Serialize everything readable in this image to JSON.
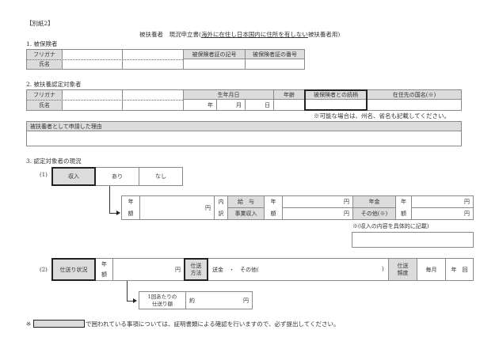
{
  "header": {
    "attachment_label": "【別紙2】",
    "title_prefix": "被扶養者　現況申立書(",
    "title_underlined": "海外に在住し日本国内に住所を有しない",
    "title_suffix": "被扶養者用)"
  },
  "section1": {
    "heading": "1. 被保険者",
    "furigana_label": "フリガナ",
    "name_label": "氏名",
    "insurance_symbol_label": "被保険者証の記号",
    "insurance_number_label": "被保険者証の番号",
    "furigana_value_1": "",
    "furigana_value_2": "",
    "name_value_1": "",
    "name_value_2": "",
    "insurance_symbol_value": "",
    "insurance_number_value": ""
  },
  "section2": {
    "heading": "2. 被扶養認定対象者",
    "furigana_label": "フリガナ",
    "name_label": "氏名",
    "birthdate_label": "生年月日",
    "year_unit": "年",
    "month_unit": "月",
    "day_unit": "日",
    "age_label": "年齢",
    "relationship_label": "被保険者との続柄",
    "country_label": "在住先の国名(※)",
    "country_note": "※可能な場合は、州名、省名も記載してください。",
    "reason_label": "被扶養者として申請した理由",
    "reason_value": ""
  },
  "section3": {
    "heading": "3. 認定対象者の現況",
    "income": {
      "number": "(1)",
      "label": "収入",
      "option_yes": "あり",
      "option_no": "なし",
      "annual_char1": "年",
      "annual_char2": "額",
      "yen": "円",
      "breakdown_char1": "内",
      "breakdown_char2": "訳",
      "salary_label": "給　与",
      "business_label": "事業収入",
      "pension_label": "年金",
      "other_label": "その他(※)",
      "other_note": "※(収入の内容を具体的に記載)",
      "annual_total_value": "",
      "salary_value": "",
      "business_value": "",
      "pension_value": "",
      "other_value": "",
      "other_detail_value": ""
    },
    "remittance": {
      "number": "(2)",
      "label": "仕送り状況",
      "annual_char1": "年",
      "annual_char2": "額",
      "yen": "円",
      "method_label_1": "仕送",
      "method_label_2": "方法",
      "method_options": "送金　・　その他(",
      "method_close": ")",
      "frequency_label_1": "仕送",
      "frequency_label_2": "頻度",
      "frequency_monthly": "毎月",
      "frequency_yearly": "年　回",
      "per_time_label_1": "1回あたりの",
      "per_time_label_2": "仕送り額",
      "per_time_approx": "約",
      "per_time_yen": "円",
      "annual_value": "",
      "per_time_value": ""
    }
  },
  "footer": {
    "note_prefix": "※",
    "note_text": "で囲われている事項については、証明書類による確認を行いますので、必ず提出してください。"
  }
}
